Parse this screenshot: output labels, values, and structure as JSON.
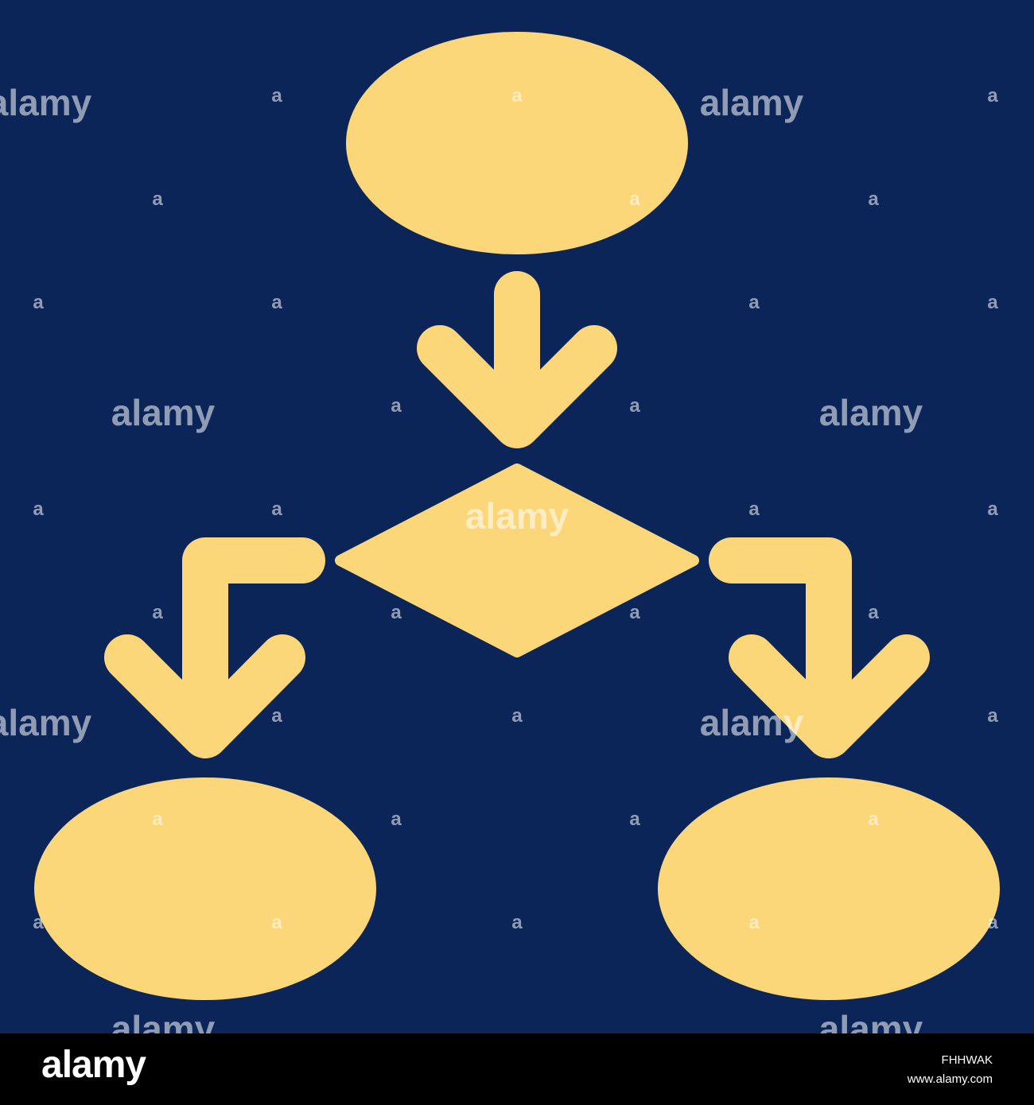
{
  "colors": {
    "background": "#0b2559",
    "shapes": "#fcd779",
    "footer_background": "#000000",
    "footer_text": "#ffffff"
  },
  "icon": "flowchart-icon",
  "watermark": {
    "text": "alamy",
    "mark": "a"
  },
  "footer": {
    "logo": "alamy",
    "image_id": "FHHWAK",
    "site": "www.alamy.com"
  }
}
